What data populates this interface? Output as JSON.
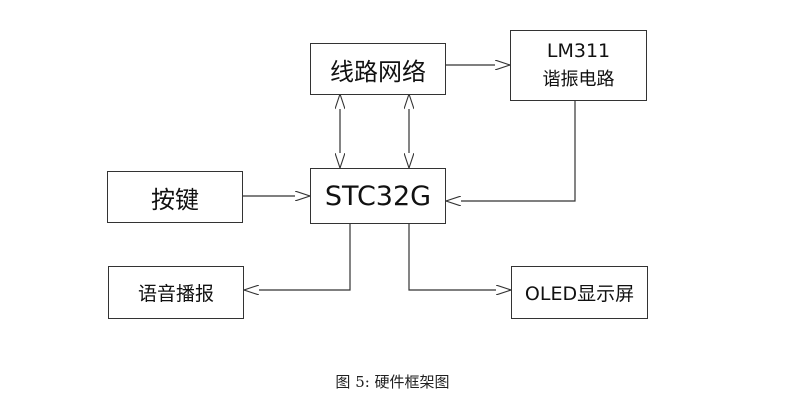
{
  "diagram": {
    "nodes": {
      "network": {
        "label": "线路网络"
      },
      "lm311": {
        "line1": "LM311",
        "line2": "谐振电路"
      },
      "keys": {
        "label": "按键"
      },
      "mcu": {
        "label": "STC32G"
      },
      "voice": {
        "label": "语音播报"
      },
      "oled": {
        "label": "OLED显示屏"
      }
    },
    "edges": [
      {
        "from": "network",
        "to": "lm311",
        "kind": "one-way"
      },
      {
        "from": "network",
        "to": "mcu",
        "kind": "two-way"
      },
      {
        "from": "network",
        "to": "mcu",
        "kind": "two-way"
      },
      {
        "from": "keys",
        "to": "mcu",
        "kind": "one-way"
      },
      {
        "from": "lm311",
        "to": "mcu",
        "kind": "one-way"
      },
      {
        "from": "mcu",
        "to": "voice",
        "kind": "one-way"
      },
      {
        "from": "mcu",
        "to": "oled",
        "kind": "one-way"
      }
    ],
    "caption": "图 5: 硬件框架图"
  }
}
